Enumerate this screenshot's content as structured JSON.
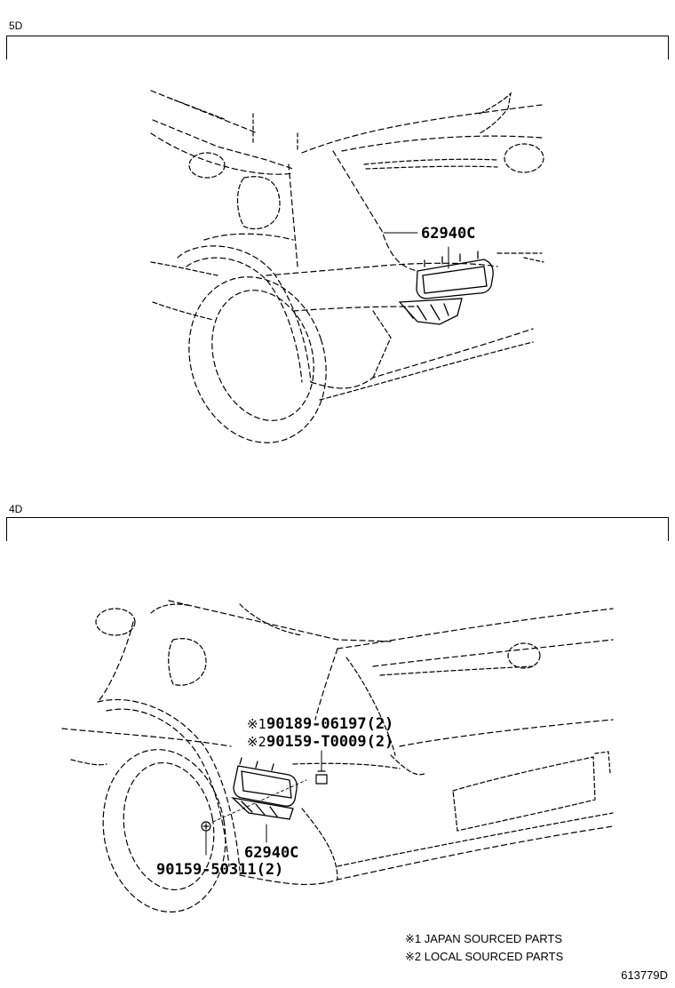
{
  "sections": {
    "top_label": "5D",
    "bottom_label": "4D"
  },
  "parts": {
    "top_main": "62940C",
    "bottom_main": "62940C",
    "bottom_clip_1_mark": "※1",
    "bottom_clip_1": "90189-06197(2)",
    "bottom_clip_2_mark": "※2",
    "bottom_clip_2": "90159-T0009(2)",
    "bottom_screw": "90159-50311(2)"
  },
  "legend": {
    "line1": "※1 JAPAN SOURCED PARTS",
    "line2": "※2 LOCAL SOURCED PARTS"
  },
  "figure_number": "613779D"
}
